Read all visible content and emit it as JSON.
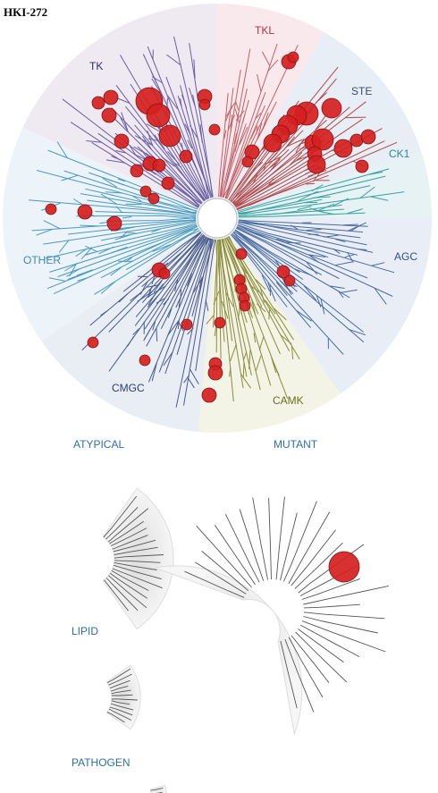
{
  "title": "HKI-272",
  "groups": [
    {
      "key": "tk",
      "label": "TK",
      "color": "#2e2f6e",
      "line": "#6a5fa3"
    },
    {
      "key": "tkl",
      "label": "TKL",
      "color": "#b03040",
      "line": "#c0606a"
    },
    {
      "key": "ste",
      "label": "STE",
      "color": "#3d4a6b",
      "line": "#b04848"
    },
    {
      "key": "ck1",
      "label": "CK1",
      "color": "#2a8c8c",
      "line": "#3aa0a0"
    },
    {
      "key": "agc",
      "label": "AGC",
      "color": "#2e4e8c",
      "line": "#4a6aa0"
    },
    {
      "key": "camk",
      "label": "CAMK",
      "color": "#6a7020",
      "line": "#8a8c3a"
    },
    {
      "key": "cmgc",
      "label": "CMGC",
      "color": "#2e3e6e",
      "line": "#4a5a8a"
    },
    {
      "key": "other",
      "label": "OTHER",
      "color": "#3a8ac0",
      "line": "#4a9ac0"
    }
  ],
  "minor_groups": [
    {
      "key": "atypical",
      "label": "ATYPICAL"
    },
    {
      "key": "mutant",
      "label": "MUTANT"
    },
    {
      "key": "lipid",
      "label": "LIPID"
    },
    {
      "key": "pathogen",
      "label": "PATHOGEN"
    }
  ],
  "colors": {
    "hit": "#d42020",
    "hit_stroke": "#8c1010",
    "gray_branch": "#555555"
  }
}
